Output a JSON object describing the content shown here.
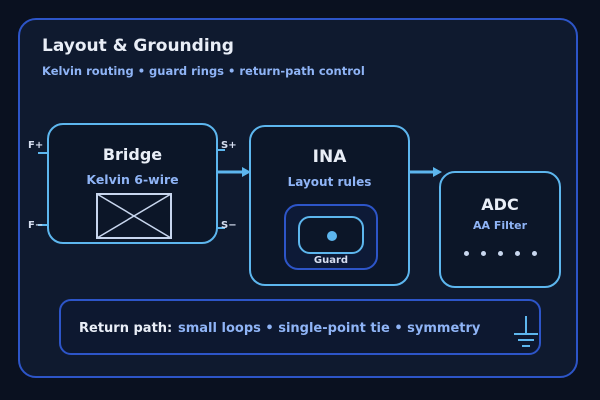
{
  "header": {
    "title": "Layout & Grounding",
    "subtitle": "Kelvin routing • guard rings • return-path control"
  },
  "bridge": {
    "title": "Bridge",
    "subtitle": "Kelvin 6-wire",
    "pins": {
      "f_plus": "F+",
      "f_minus": "F−",
      "s_plus": "S+",
      "s_minus": "S−"
    }
  },
  "ina": {
    "title": "INA",
    "subtitle": "Layout rules",
    "guard_label": "Guard"
  },
  "adc": {
    "title": "ADC",
    "subtitle": "AA Filter"
  },
  "return_path": {
    "label": "Return path:",
    "text": "small loops • single-point tie • symmetry"
  },
  "colors": {
    "accent": "#5db6ee",
    "border": "#2d55c8",
    "text_secondary": "#8fb4f6",
    "background": "#0a1120"
  }
}
